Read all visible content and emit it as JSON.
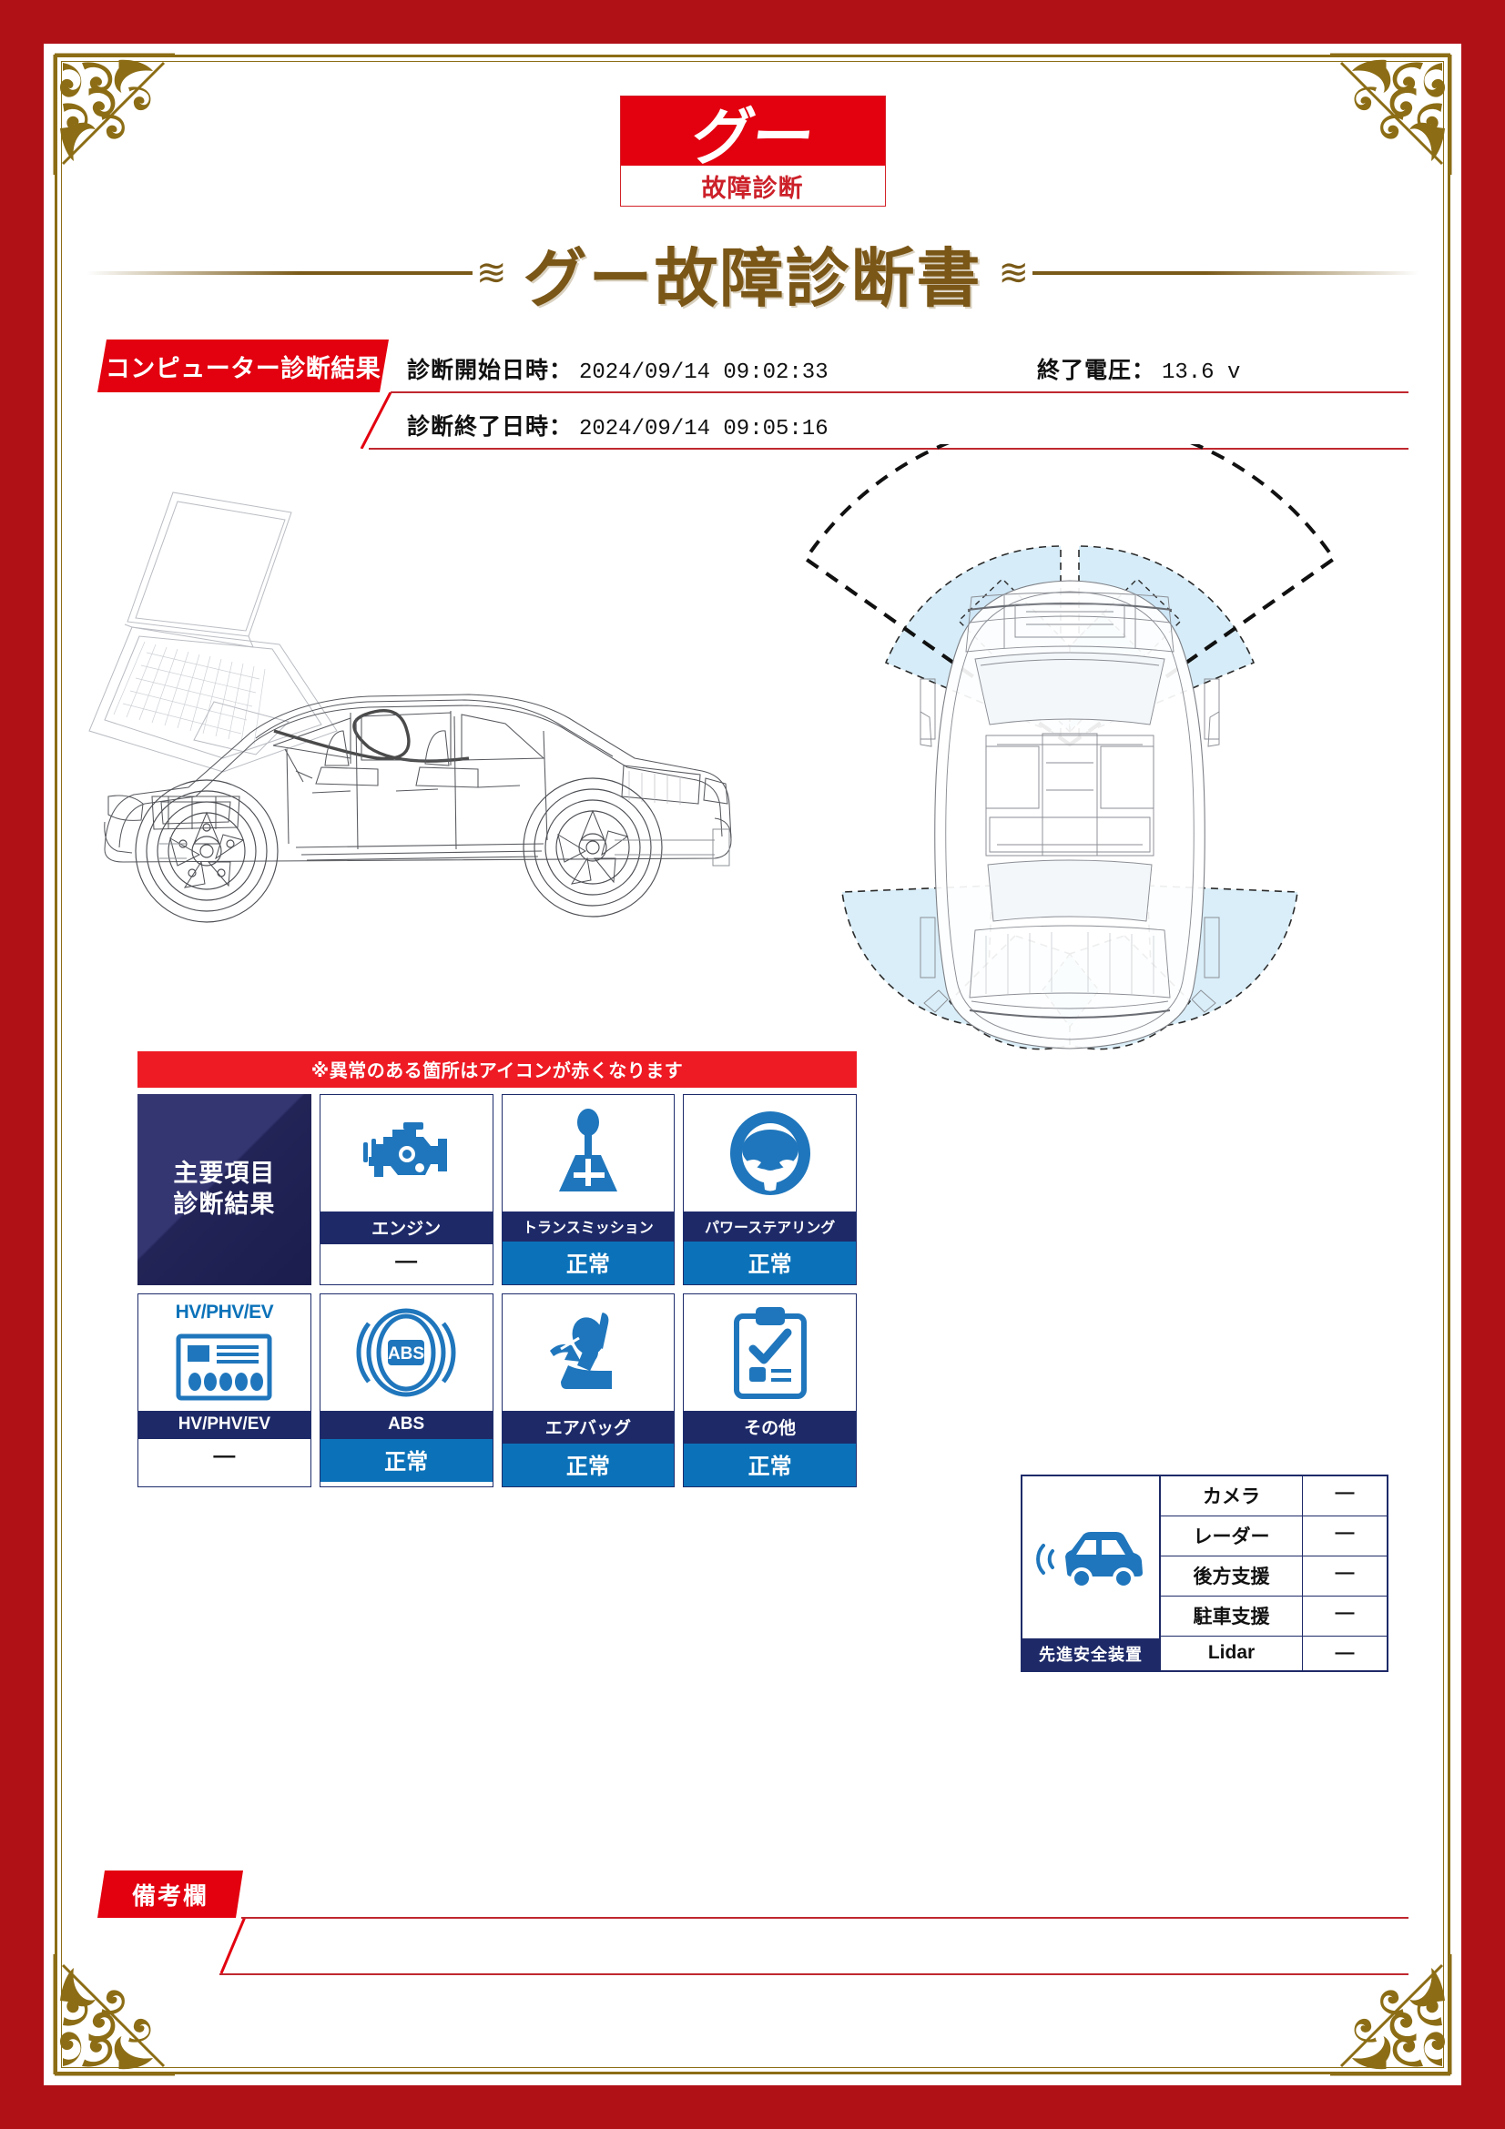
{
  "logo": {
    "mark": "グー",
    "subtitle": "故障診断"
  },
  "title": {
    "text": "グー故障診断書",
    "flourish_left": "≋",
    "flourish_right": "≋"
  },
  "diagnosis_header": {
    "tag": "コンピューター診断結果",
    "start_label": "診断開始日時：",
    "start_value": "2024/09/14 09:02:33",
    "end_label": "診断終了日時：",
    "end_value": "2024/09/14 09:05:16",
    "voltage_label": "終了電圧：",
    "voltage_value": "13.6 v"
  },
  "main_results": {
    "notice": "※異常のある箇所はアイコンが赤くなります",
    "panel_label_line1": "主要項目",
    "panel_label_line2": "診断結果",
    "items": [
      {
        "icon": "engine-icon",
        "name": "エンジン",
        "value": "—",
        "status": "na"
      },
      {
        "icon": "transmission-icon",
        "name": "トランスミッション",
        "value": "正常",
        "status": "ok"
      },
      {
        "icon": "power-steering-icon",
        "name": "パワーステアリング",
        "value": "正常",
        "status": "ok"
      },
      {
        "icon": "hv-battery-icon",
        "name": "HV/PHV/EV",
        "value": "—",
        "status": "na",
        "icon_caption": "HV/PHV/EV"
      },
      {
        "icon": "abs-icon",
        "name": "ABS",
        "value": "正常",
        "status": "ok"
      },
      {
        "icon": "airbag-icon",
        "name": "エアバッグ",
        "value": "正常",
        "status": "ok"
      },
      {
        "icon": "clipboard-check-icon",
        "name": "その他",
        "value": "正常",
        "status": "ok"
      }
    ]
  },
  "adas": {
    "label": "先進安全装置",
    "icon": "car-sensor-icon",
    "rows": [
      {
        "key": "カメラ",
        "value": "—"
      },
      {
        "key": "レーダー",
        "value": "—"
      },
      {
        "key": "後方支援",
        "value": "—"
      },
      {
        "key": "駐車支援",
        "value": "—"
      },
      {
        "key": "Lidar",
        "value": "—"
      }
    ]
  },
  "remarks": {
    "tag": "備考欄",
    "text": ""
  },
  "colors": {
    "frame_red": "#b01117",
    "gold": "#8c6d15",
    "title_brown": "#7a5617",
    "brand_red": "#e3000f",
    "navy": "#1e2a68",
    "status_blue": "#0b72b9",
    "sensor_blue": "#d6ecf8"
  }
}
